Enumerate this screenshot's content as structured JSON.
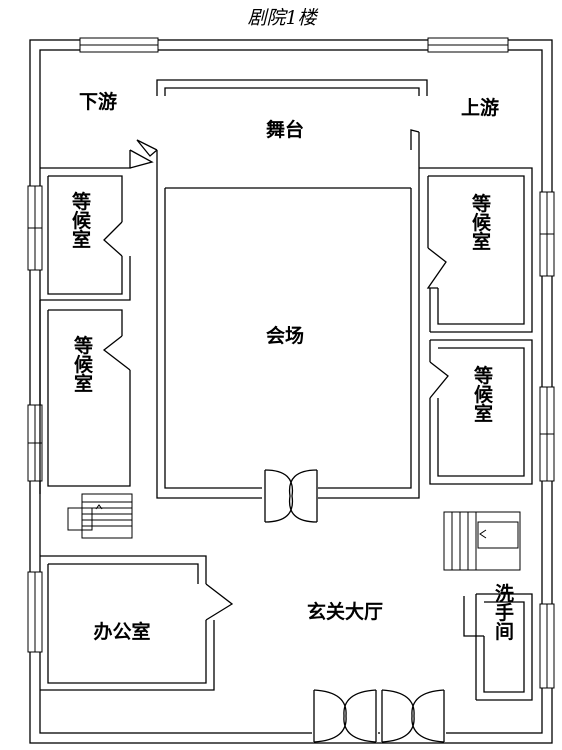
{
  "title": "剧院1楼",
  "rooms": {
    "downstage_left": "下游",
    "upstage_right": "上游",
    "stage": "舞台",
    "hall": "会场",
    "waiting1": "等候室",
    "waiting2": "等候室",
    "waiting3": "等候室",
    "waiting4": "等候室",
    "office": "办公室",
    "lobby": "玄关大厅",
    "restroom": "洗手间"
  }
}
